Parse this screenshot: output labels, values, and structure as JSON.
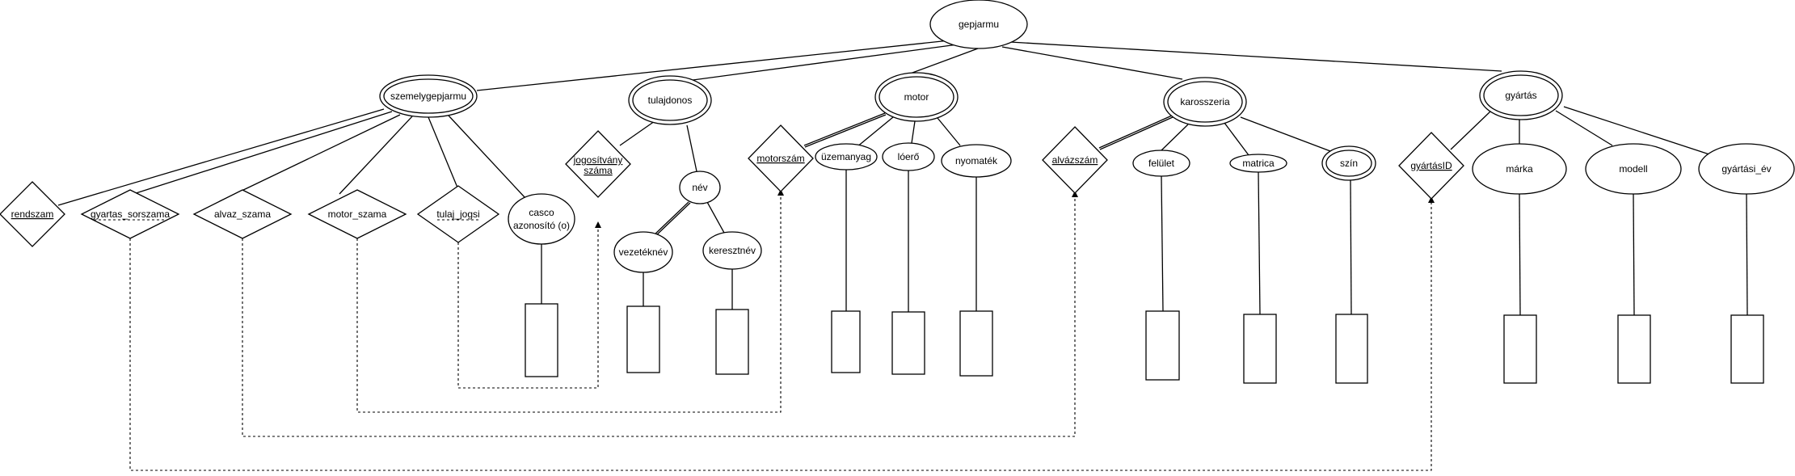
{
  "diagram": {
    "type": "entity-relationship",
    "nodes": {
      "gepjarmu": "gepjarmu",
      "szemelygepjarmu": "szemelygepjarmu",
      "tulajdonos": "tulajdonos",
      "motor": "motor",
      "karosszeria": "karosszeria",
      "gyartas": "gyártás",
      "rendszam": "rendszam",
      "gyartas_sorszama": "gyartas_sorszama",
      "alvaz_szama": "alvaz_szama",
      "motor_szama": "motor_szama",
      "tulaj_jogsi": "tulaj_jogsi",
      "casco_1": "casco",
      "casco_2": "azonosító (o)",
      "jogositvany_1": "jogosítvány",
      "jogositvany_2": "száma",
      "nev": "név",
      "vezeteknev": "vezetéknév",
      "keresztnev": "keresztnév",
      "motorszam": "motorszám",
      "uzemanyag": "üzemanyag",
      "loero": "lóerő",
      "nyomatek": "nyomaték",
      "alvazszam": "alvázszám",
      "felulet": "felület",
      "matrica": "matrica",
      "szin": "szín",
      "gyartasID": "gyártásID",
      "marka": "márka",
      "modell": "modell",
      "gyartasi_ev": "gyártási_év"
    }
  }
}
